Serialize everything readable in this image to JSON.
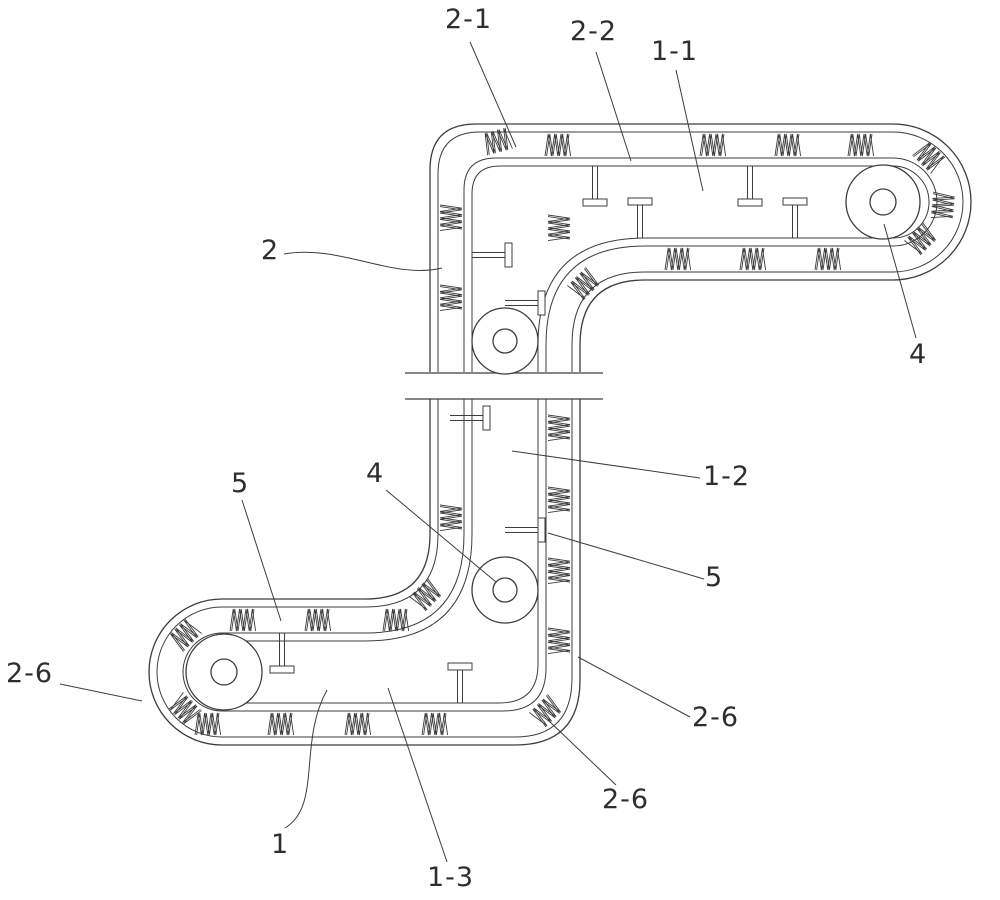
{
  "figure": {
    "background": "#ffffff",
    "line_color": "#3d3d3d",
    "labels": {
      "part_2_1": "2-1",
      "part_2_2": "2-2",
      "part_1_1": "1-1",
      "part_2": "2",
      "part_4_right": "4",
      "part_1_2": "1-2",
      "part_5_left": "5",
      "part_4_mid": "4",
      "part_5_right": "5",
      "part_2_6_left": "2-6",
      "part_2_6_right": "2-6",
      "part_2_6_bottom": "2-6",
      "part_1": "1",
      "part_1_3": "1-3"
    }
  }
}
